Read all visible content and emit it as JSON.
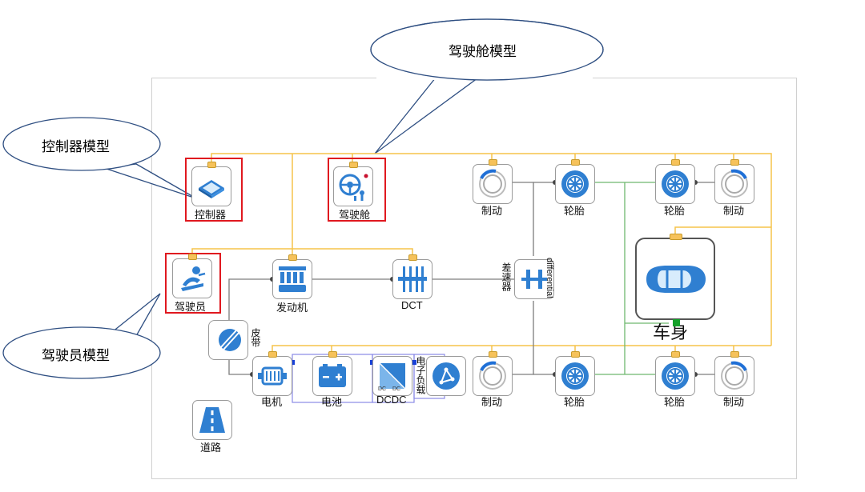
{
  "callouts": {
    "cockpit_model": "驾驶舱模型",
    "controller_model": "控制器模型",
    "driver_model": "驾驶员模型"
  },
  "components": {
    "controller": "控制器",
    "cockpit": "驾驶舱",
    "driver": "驾驶员",
    "engine": "发动机",
    "dct": "DCT",
    "differential_cn": "差速器",
    "differential_en": "differential",
    "belt": "皮带",
    "motor": "电机",
    "battery": "电池",
    "dcdc": "DCDC",
    "e_load": "电子负载",
    "road": "道路",
    "vehicle_body": "车身",
    "brake_fl": "制动",
    "tire_fl": "轮胎",
    "tire_fr": "轮胎",
    "brake_fr": "制动",
    "brake_rl": "制动",
    "tire_rl": "轮胎",
    "tire_rr": "轮胎",
    "brake_rr": "制动"
  },
  "dcdc_mini": [
    "DC",
    "DC"
  ],
  "colors": {
    "highlight": "#e0181f",
    "signal_bus": "#f5c34a",
    "mech_wire": "#7d7d7d",
    "thermal_wire": "#6fb86f",
    "elec_wire": "#8a8ae6",
    "icon_blue": "#2f7fd1",
    "brake_blue": "#1f6fd6"
  }
}
